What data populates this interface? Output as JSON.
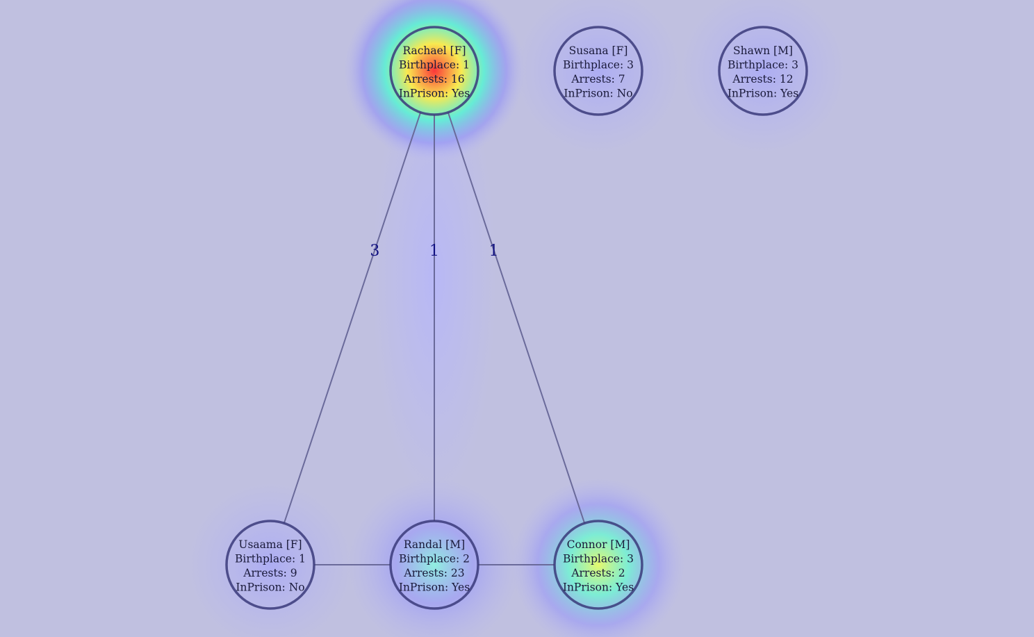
{
  "graph": {
    "nodes": [
      {
        "id": "rachael",
        "lines": [
          "Rachael [F]",
          "Birthplace: 1",
          "Arrests: 16",
          "InPrison: Yes"
        ],
        "heat": 1.0
      },
      {
        "id": "susana",
        "lines": [
          "Susana [F]",
          "Birthplace: 3",
          "Arrests: 7",
          "InPrison: No"
        ],
        "heat": 0.15
      },
      {
        "id": "shawn",
        "lines": [
          "Shawn [M]",
          "Birthplace: 3",
          "Arrests: 12",
          "InPrison: Yes"
        ],
        "heat": 0.15
      },
      {
        "id": "usaama",
        "lines": [
          "Usaama [F]",
          "Birthplace: 1",
          "Arrests: 9",
          "InPrison: No"
        ],
        "heat": 0.2
      },
      {
        "id": "randal",
        "lines": [
          "Randal [M]",
          "Birthplace: 2",
          "Arrests: 23",
          "InPrison: Yes"
        ],
        "heat": 0.45
      },
      {
        "id": "connor",
        "lines": [
          "Connor [M]",
          "Birthplace: 3",
          "Arrests: 2",
          "InPrison: Yes"
        ],
        "heat": 0.6
      }
    ],
    "edges": [
      {
        "source": "rachael",
        "target": "usaama",
        "label": "3"
      },
      {
        "source": "rachael",
        "target": "randal",
        "label": "1"
      },
      {
        "source": "rachael",
        "target": "connor",
        "label": "1"
      },
      {
        "source": "usaama",
        "target": "randal",
        "label": ""
      },
      {
        "source": "randal",
        "target": "connor",
        "label": ""
      }
    ]
  },
  "colors": {
    "background": "#c0c0e0",
    "edge": "#6a6a9a",
    "node_stroke": "#3a3a7a",
    "edge_label": "#101080"
  }
}
